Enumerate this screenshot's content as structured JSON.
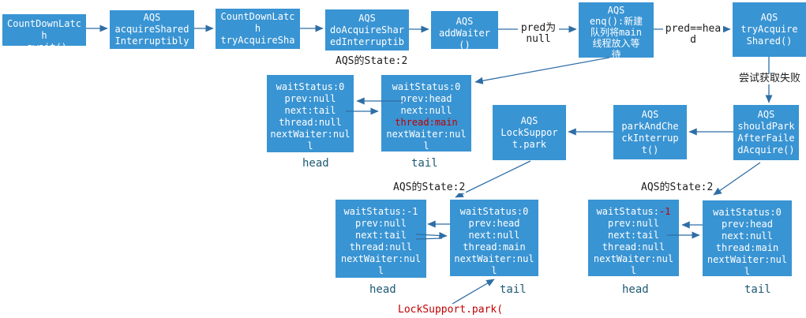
{
  "colors": {
    "box_blue": "#3994d3",
    "red_text": "#c00000",
    "caption": "#1d5a73",
    "text_dark": "#1c1c1c",
    "arrow": "#2e6ea6"
  },
  "flow_boxes": {
    "await": "CountDownLatc\nh\n.await()",
    "acquire_shared_interruptibly": "AQS\nacquireShared\nInterruptibly",
    "try_acquire_sha": "CountDownLatc\nh\ntryAcquireSha",
    "do_acquire_shared": "AQS\ndoAcquireShar\nedInterruptib",
    "add_waiter": "AQS\naddWaiter\n()",
    "enq": "AQS\nenq():新建\n队列将main\n线程放入等\n待",
    "try_acquire_shared": "AQS\ntryAcquire\nShared()",
    "locksupport_park": "AQS\nLockSuppor\nt.park",
    "park_and_check_interrupt": "AQS\nparkAndChe\nckInterrup\nt()",
    "should_park_after_failed_acquire": "AQS\nshouldPark\nAfterFaile\ndAcquire()"
  },
  "labels": {
    "state_top": "AQS的State:2",
    "pred_null": "pred为\nnull",
    "pred_head": "pred==hea\nd",
    "try_fail": "尝试获取失败",
    "state_bottom_left": "AQS的State:2",
    "state_bottom_right": "AQS的State:2",
    "park_call": "LockSupport.park("
  },
  "nodes": [
    {
      "caption": "head",
      "lines": [
        "waitStatus:0",
        "prev:null",
        "next:tail",
        "thread:null",
        "nextWaiter:nul",
        "l"
      ]
    },
    {
      "caption": "tail",
      "lines": [
        "waitStatus:0",
        "prev:head",
        "next:null",
        "thread:main",
        "nextWaiter:nul",
        "l"
      ]
    },
    {
      "caption": "head",
      "lines": [
        "waitStatus:-1",
        "prev:null",
        "next:tail",
        "thread:null",
        "nextWaiter:nul",
        "l"
      ]
    },
    {
      "caption": "tail",
      "lines": [
        "waitStatus:0",
        "prev:head",
        "next:null",
        "thread:main",
        "nextWaiter:nul",
        "l"
      ]
    },
    {
      "caption": "head",
      "lines": [
        "waitStatus:",
        "prev:null",
        "next:tail",
        "thread:null",
        "nextWaiter:nul",
        "l"
      ],
      "red0": "-1"
    },
    {
      "caption": "tail",
      "lines": [
        "waitStatus:0",
        "prev:head",
        "next:null",
        "thread:main",
        "nextWaiter:nul",
        "l"
      ]
    }
  ]
}
